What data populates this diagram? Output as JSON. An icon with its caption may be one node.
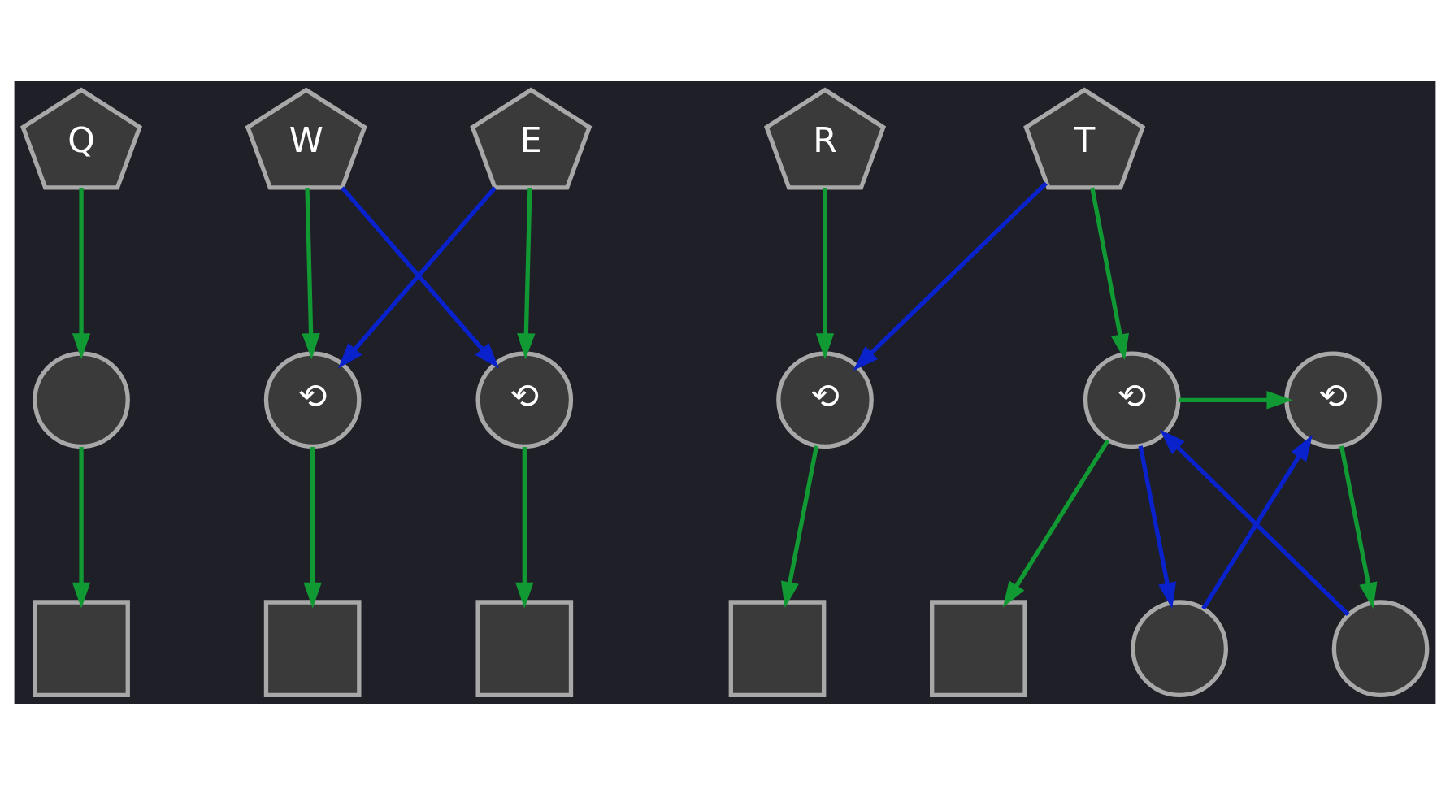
{
  "diagram": {
    "nodes": [
      {
        "text": [
          "Q"
        ]
      },
      {
        "text": [
          "W"
        ]
      },
      {
        "text": [
          "E"
        ]
      },
      {
        "text": [
          "R"
        ]
      },
      {
        "text": [
          "T"
        ]
      },
      {
        "text": [],
        "shape": "circle"
      },
      {
        "text": [
          "⟲"
        ]
      },
      {
        "text": [
          "⟲"
        ]
      },
      {
        "text": [
          "⟲"
        ]
      },
      {
        "text": [
          "⟲"
        ]
      },
      {
        "text": [],
        "shape": "circle"
      },
      {
        "text": [
          "⟲"
        ]
      },
      {
        "text": [],
        "shape": "circle"
      },
      {
        "text": [],
        "shape": "box"
      },
      {
        "text": [],
        "shape": "box"
      },
      {
        "text": [],
        "shape": "box"
      },
      {
        "text": [],
        "shape": "box"
      },
      {
        "text": [],
        "shape": "box"
      }
    ],
    "edges": [
      {
        "from": 0,
        "to": 5,
        "arrow": "to"
      },
      {
        "from": 5,
        "to": 13,
        "arrow": "to"
      },
      {
        "from": 1,
        "to": 6,
        "arrow": "to"
      },
      {
        "from": 1,
        "to": 7,
        "arrow": "to",
        "color": "#0a22cc"
      },
      {
        "from": 2,
        "to": 6,
        "arrow": "to",
        "color": "#0a22cc"
      },
      {
        "from": 2,
        "to": 7,
        "arrow": "to"
      },
      {
        "from": 6,
        "to": 14,
        "arrow": "to"
      },
      {
        "from": 7,
        "to": 15,
        "arrow": "to"
      },
      {
        "from": 3,
        "to": 8,
        "arrow": "to"
      },
      {
        "from": 4,
        "to": 8,
        "arrow": "to",
        "color": "#0a22cc"
      },
      {
        "from": 8,
        "to": 16,
        "arrow": "to"
      },
      {
        "from": 4,
        "to": 9,
        "arrow": "to"
      },
      {
        "from": 9,
        "to": 17,
        "arrow": "to"
      },
      {
        "from": 10,
        "to": 9,
        "arrow": "to",
        "color": "#0a22cc"
      },
      {
        "from": 9,
        "to": 11,
        "arrow": "to"
      },
      {
        "from": 11,
        "to": 10,
        "arrow": "to"
      },
      {
        "from": 9,
        "to": 12,
        "arrow": "to",
        "color": "#0a22cc"
      },
      {
        "from": 12,
        "to": 11,
        "arrow": "to",
        "color": "#0a22cc"
      }
    ]
  }
}
